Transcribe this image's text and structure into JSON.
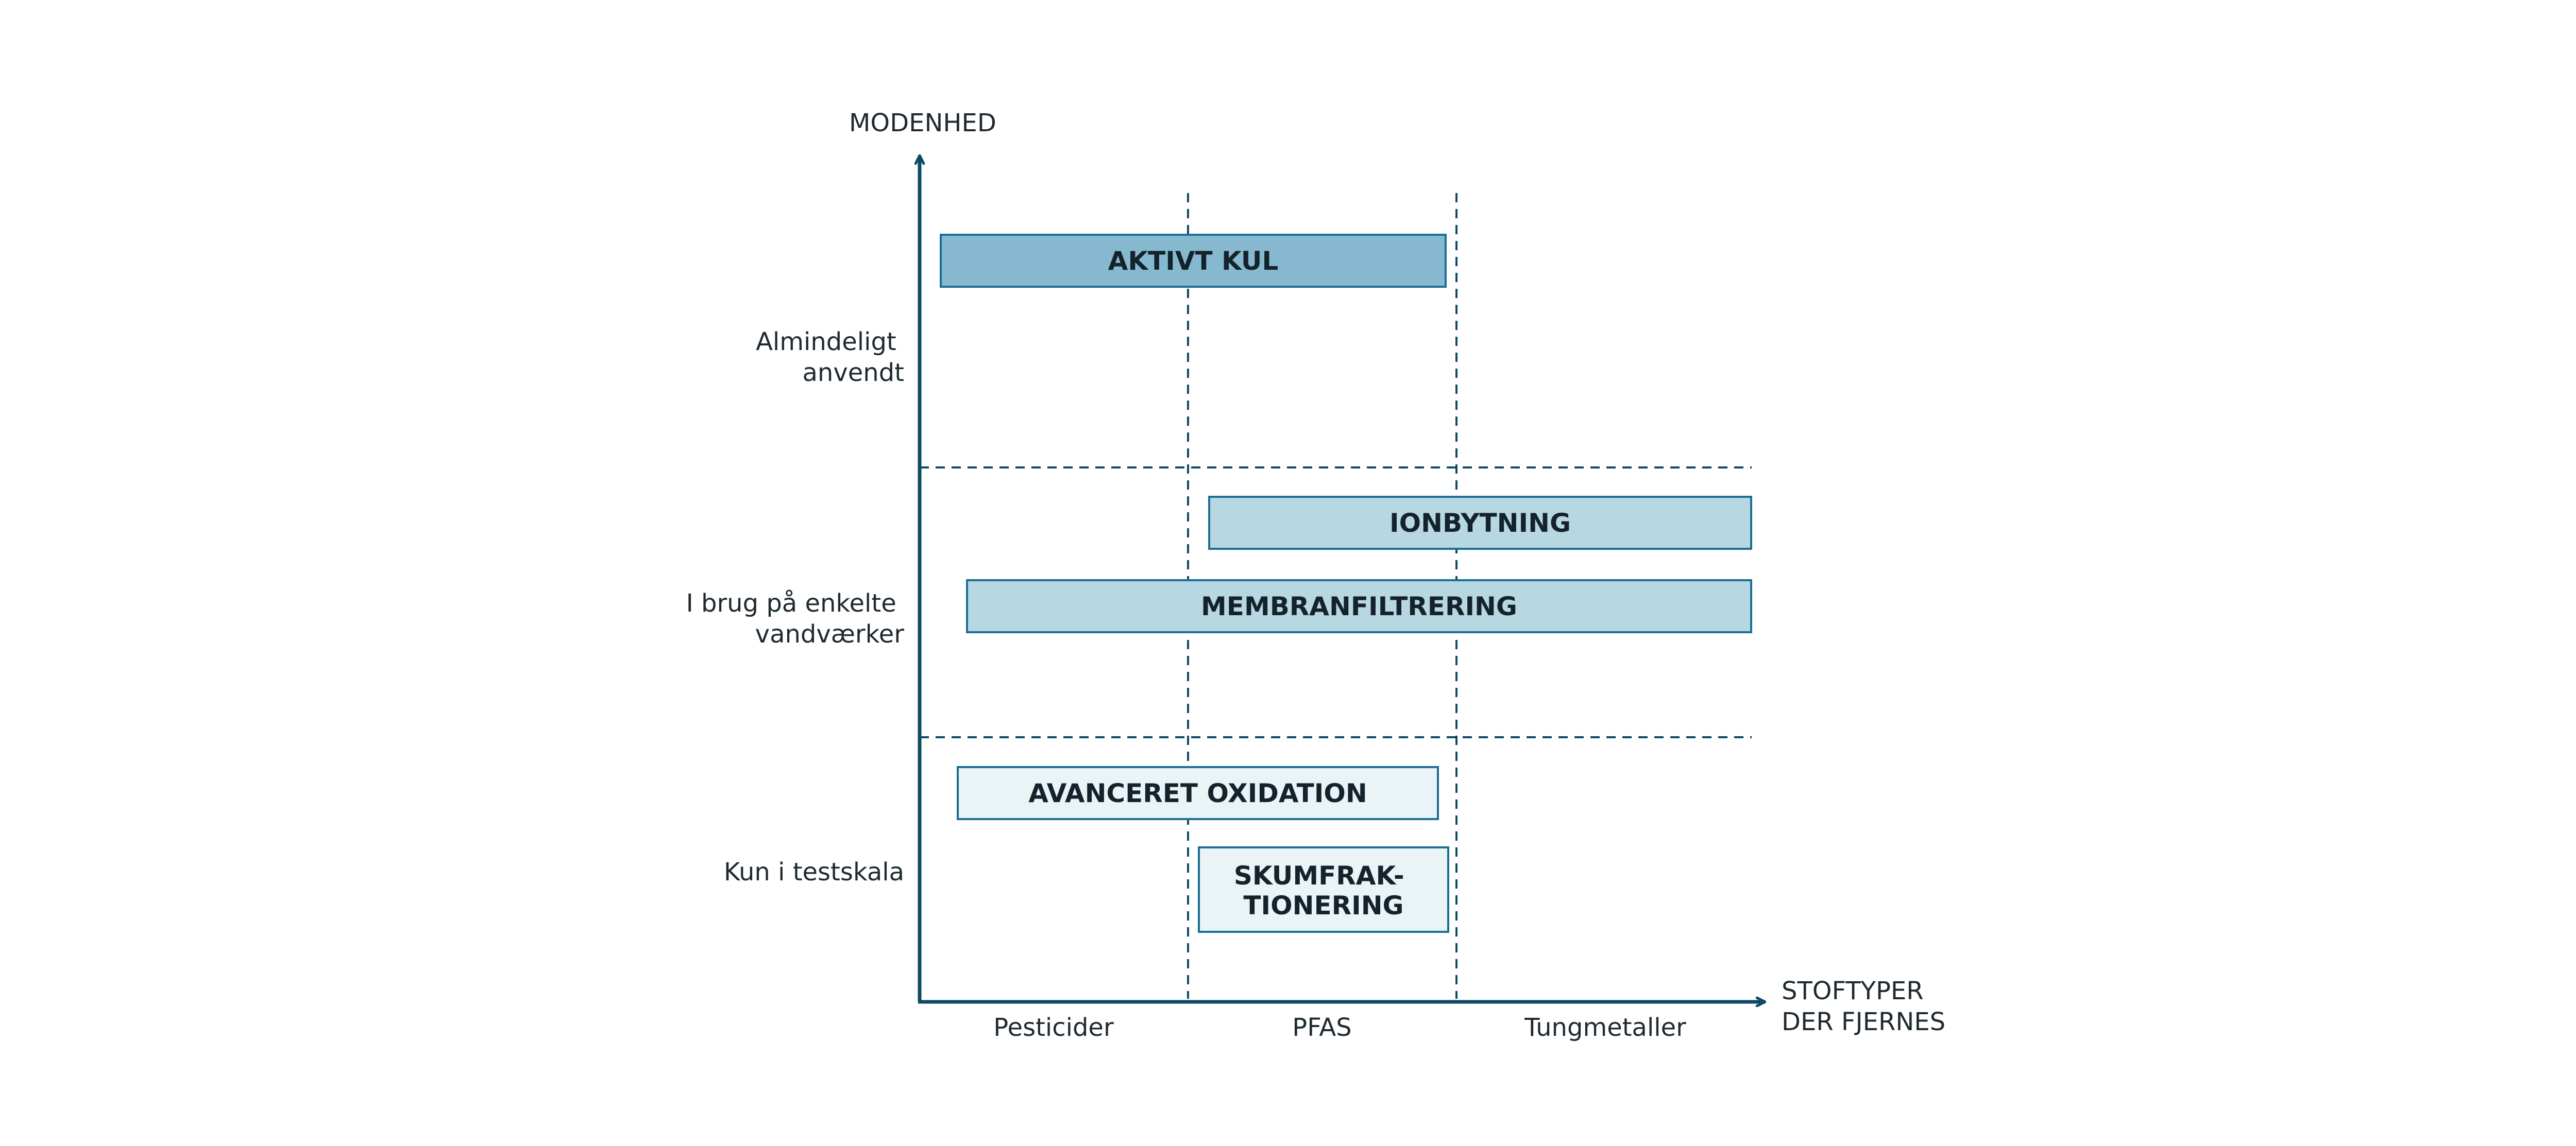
{
  "y_axis_title": "MODENHED",
  "x_axis_title": [
    "STOFTYPER",
    "DER FJERNES"
  ],
  "y_levels": [
    {
      "lines": [
        "Almindeligt",
        "anvendt"
      ]
    },
    {
      "lines": [
        "I brug på enkelte",
        "vandværker"
      ]
    },
    {
      "lines": [
        "Kun i testskala"
      ]
    }
  ],
  "x_categories": [
    "Pesticider",
    "PFAS",
    "Tungmetaller"
  ],
  "colors": {
    "axis": "#0d4a63",
    "bar_border": "#1b6f94",
    "level_high": "#86b9cf",
    "level_mid": "#b7d7e3",
    "level_low": "#eaf3f6"
  },
  "technologies": [
    {
      "lines": [
        "AKTIVT KUL"
      ],
      "maturity": "Almindeligt anvendt",
      "covers": [
        "Pesticider",
        "PFAS"
      ]
    },
    {
      "lines": [
        "IONBYTNING"
      ],
      "maturity": "I brug på enkelte vandværker",
      "covers": [
        "PFAS",
        "Tungmetaller"
      ]
    },
    {
      "lines": [
        "MEMBRANFILTRERING"
      ],
      "maturity": "I brug på enkelte vandværker",
      "covers": [
        "Pesticider",
        "PFAS",
        "Tungmetaller"
      ]
    },
    {
      "lines": [
        "AVANCERET OXIDATION"
      ],
      "maturity": "Kun i testskala",
      "covers": [
        "Pesticider",
        "PFAS"
      ]
    },
    {
      "lines": [
        "SKUMFRAK-",
        "TIONERING"
      ],
      "maturity": "Kun i testskala",
      "covers": [
        "PFAS"
      ]
    }
  ]
}
